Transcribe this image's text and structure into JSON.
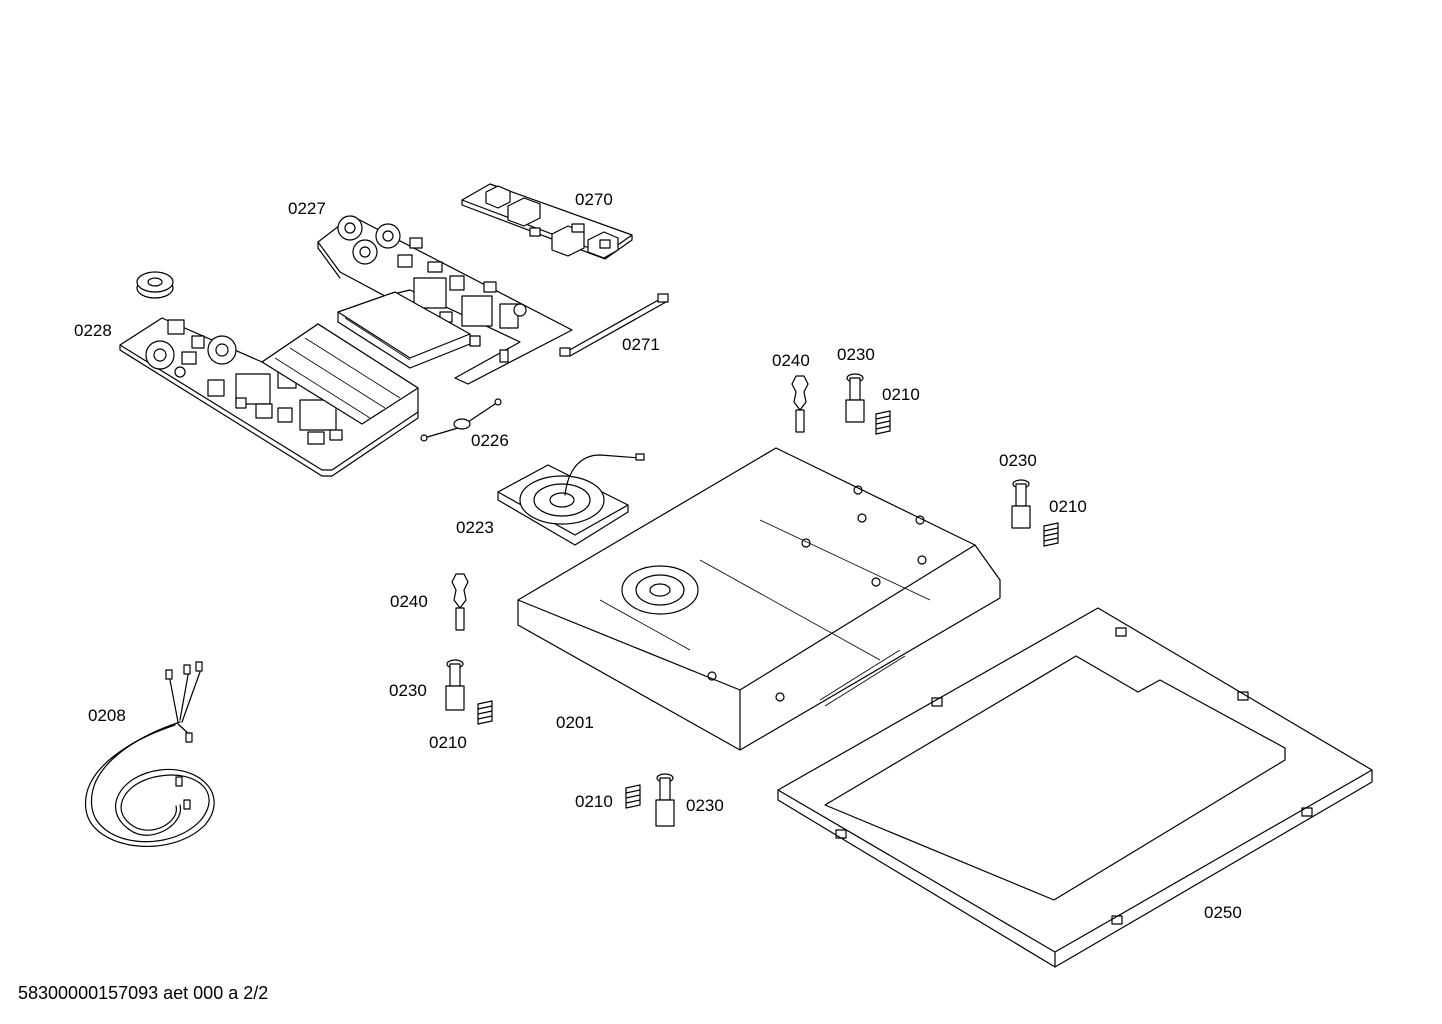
{
  "diagram": {
    "parts": [
      {
        "id": "p0227",
        "label": "0227",
        "name": "power-board-upper"
      },
      {
        "id": "p0270",
        "label": "0270",
        "name": "control-board"
      },
      {
        "id": "p0228",
        "label": "0228",
        "name": "power-board-lower"
      },
      {
        "id": "p0271",
        "label": "0271",
        "name": "ribbon-cable"
      },
      {
        "id": "p0240a",
        "label": "0240",
        "name": "spacer-pin"
      },
      {
        "id": "p0230a",
        "label": "0230",
        "name": "support-foot"
      },
      {
        "id": "p0210a",
        "label": "0210",
        "name": "spring"
      },
      {
        "id": "p0226",
        "label": "0226",
        "name": "sensor-lead"
      },
      {
        "id": "p0230b",
        "label": "0230",
        "name": "support-foot"
      },
      {
        "id": "p0210b",
        "label": "0210",
        "name": "spring"
      },
      {
        "id": "p0223",
        "label": "0223",
        "name": "cooling-fan"
      },
      {
        "id": "p0240b",
        "label": "0240",
        "name": "spacer-pin"
      },
      {
        "id": "p0230c",
        "label": "0230",
        "name": "support-foot"
      },
      {
        "id": "p0208",
        "label": "0208",
        "name": "power-cable"
      },
      {
        "id": "p0201",
        "label": "0201",
        "name": "housing-tray"
      },
      {
        "id": "p0210c",
        "label": "0210",
        "name": "spring"
      },
      {
        "id": "p0210d",
        "label": "0210",
        "name": "spring"
      },
      {
        "id": "p0230d",
        "label": "0230",
        "name": "support-foot"
      },
      {
        "id": "p0250",
        "label": "0250",
        "name": "frame"
      }
    ],
    "footer": "58300000157093 aet 000 a 2/2"
  }
}
